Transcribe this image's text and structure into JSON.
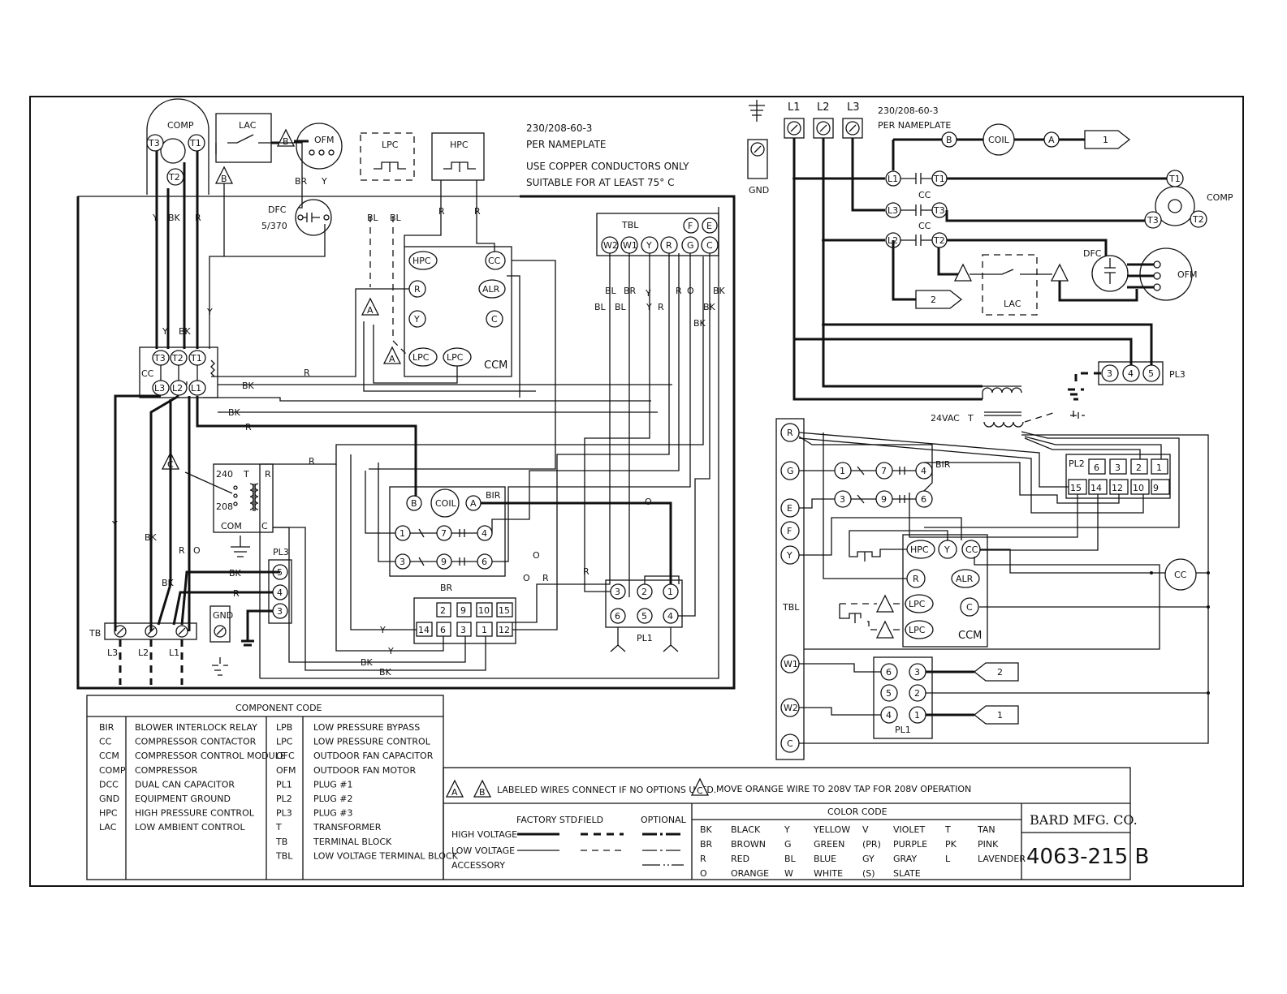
{
  "supply": {
    "voltage_label": "230/208-60-3",
    "nameplate_label": "PER NAMEPLATE",
    "copper_note_1": "USE COPPER CONDUCTORS ONLY",
    "copper_note_2": "SUITABLE FOR AT LEAST 75° C"
  },
  "left_diagram": {
    "comp_label": "COMP",
    "lac_label": "LAC",
    "ofm_label": "OFM",
    "lpc_label": "LPC",
    "hpc_label": "HPC",
    "dfc_label": "DFC",
    "dfc_rating": "5/370",
    "ccm_label": "CCM",
    "tbl_label": "TBL",
    "cc_label": "CC",
    "bir_label": "BIR",
    "coil_label": "COIL",
    "pl3_label": "PL3",
    "pl1_label": "PL1",
    "tb_label": "TB",
    "gnd_label": "GND",
    "transformer_label": "T",
    "tap_240": "240",
    "tap_208": "208",
    "tap_com": "COM",
    "pin_r": "R",
    "pin_c": "C",
    "line_l1": "L1",
    "line_l2": "L2",
    "line_l3": "L3",
    "tbl_terms": [
      "W2",
      "W1",
      "Y",
      "R",
      "G",
      "C"
    ],
    "tbl_top": [
      "F",
      "E"
    ],
    "ccm_pins": [
      "HPC",
      "R",
      "Y",
      "LPC",
      "LPC",
      "CC",
      "ALR",
      "C"
    ],
    "comp_terms": [
      "T3",
      "T1",
      "T2"
    ],
    "cc_top": [
      "T3",
      "T2",
      "T1"
    ],
    "cc_bottom": [
      "L3",
      "L2",
      "L1"
    ],
    "pl3_pins": [
      "5",
      "4",
      "3"
    ],
    "pl1_pins": [
      "3",
      "2",
      "1",
      "6",
      "5",
      "4"
    ],
    "bir_contacts": [
      "1",
      "7",
      "4",
      "3",
      "9",
      "6"
    ],
    "pl2_top": [
      "2",
      "9",
      "10",
      "15"
    ],
    "pl2_bottom": [
      "14",
      "6",
      "3",
      "1",
      "12"
    ],
    "coil_terms": [
      "B",
      "A"
    ],
    "wire_codes": {
      "y": "Y",
      "bk": "BK",
      "r": "R",
      "bl": "BL",
      "br": "BR",
      "o": "O"
    },
    "tri_a": "A",
    "tri_b": "B",
    "tri_c": "C"
  },
  "right_diagram": {
    "gnd_label": "GND",
    "voltage_label": "230/208-60-3",
    "nameplate_label": "PER NAMEPLATE",
    "lines": [
      "L1",
      "L2",
      "L3"
    ],
    "coil_label": "COIL",
    "coil_terms": [
      "B",
      "A"
    ],
    "flag_1": "1",
    "flag_2": "2",
    "comp_label": "COMP",
    "comp_terms": [
      "T1",
      "T3",
      "T2"
    ],
    "cc_label": "CC",
    "cc_line_terms": [
      "L1",
      "L3",
      "L2"
    ],
    "cc_load_terms": [
      "T1",
      "T3",
      "T2"
    ],
    "dfc_label": "DFC",
    "ofm_label": "OFM",
    "lac_label": "LAC",
    "pl3_label": "PL3",
    "pl3_pins": [
      "3",
      "4",
      "5"
    ],
    "transformer_voltage": "24VAC",
    "transformer_label": "T",
    "tbl_label": "TBL",
    "tbl_terms": [
      "R",
      "G",
      "E",
      "F",
      "Y",
      "W1",
      "W2",
      "C"
    ],
    "bir_label": "BIR",
    "bir_contacts": [
      "1",
      "7",
      "4",
      "3",
      "9",
      "6"
    ],
    "pl2_label": "PL2",
    "pl2_top": [
      "6",
      "3",
      "2",
      "1"
    ],
    "pl2_bottom": [
      "15",
      "14",
      "12",
      "10",
      "9"
    ],
    "ccm_label": "CCM",
    "ccm_pins": [
      "HPC",
      "Y",
      "CC",
      "R",
      "ALR",
      "LPC",
      "C",
      "LPC"
    ],
    "cc_coil": "CC",
    "pl1_label": "PL1",
    "pl1_pins": [
      "6",
      "3",
      "5",
      "2",
      "4",
      "1"
    ]
  },
  "component_code": {
    "title": "COMPONENT CODE",
    "left": [
      {
        "code": "BIR",
        "desc": "BLOWER INTERLOCK RELAY"
      },
      {
        "code": "CC",
        "desc": "COMPRESSOR CONTACTOR"
      },
      {
        "code": "CCM",
        "desc": "COMPRESSOR CONTROL MODULE"
      },
      {
        "code": "COMP",
        "desc": "COMPRESSOR"
      },
      {
        "code": "DCC",
        "desc": "DUAL CAN CAPACITOR"
      },
      {
        "code": "GND",
        "desc": "EQUIPMENT GROUND"
      },
      {
        "code": "HPC",
        "desc": "HIGH PRESSURE CONTROL"
      },
      {
        "code": "LAC",
        "desc": "LOW AMBIENT CONTROL"
      }
    ],
    "right": [
      {
        "code": "LPB",
        "desc": "LOW PRESSURE BYPASS"
      },
      {
        "code": "LPC",
        "desc": "LOW PRESSURE CONTROL"
      },
      {
        "code": "OFC",
        "desc": "OUTDOOR FAN CAPACITOR"
      },
      {
        "code": "OFM",
        "desc": "OUTDOOR FAN MOTOR"
      },
      {
        "code": "PL1",
        "desc": "PLUG #1"
      },
      {
        "code": "PL2",
        "desc": "PLUG #2"
      },
      {
        "code": "PL3",
        "desc": "PLUG #3"
      },
      {
        "code": "T",
        "desc": "TRANSFORMER"
      },
      {
        "code": "TB",
        "desc": "TERMINAL BLOCK"
      },
      {
        "code": "TBL",
        "desc": "LOW VOLTAGE TERMINAL BLOCK"
      }
    ]
  },
  "notes": {
    "note_ab": "LABELED WIRES CONNECT IF NO OPTIONS USED.",
    "note_c": "MOVE ORANGE WIRE TO 208V TAP FOR 208V OPERATION",
    "tri_a": "A",
    "tri_b": "B",
    "tri_c": "C"
  },
  "line_legend": {
    "col_factory": "FACTORY STD.",
    "col_field": "FIELD",
    "col_optional": "OPTIONAL",
    "rows": [
      "HIGH VOLTAGE",
      "LOW VOLTAGE",
      "ACCESSORY"
    ]
  },
  "color_code": {
    "title": "COLOR CODE",
    "entries": [
      {
        "code": "BK",
        "name": "BLACK"
      },
      {
        "code": "BR",
        "name": "BROWN"
      },
      {
        "code": "R",
        "name": "RED"
      },
      {
        "code": "O",
        "name": "ORANGE"
      },
      {
        "code": "Y",
        "name": "YELLOW"
      },
      {
        "code": "G",
        "name": "GREEN"
      },
      {
        "code": "BL",
        "name": "BLUE"
      },
      {
        "code": "W",
        "name": "WHITE"
      },
      {
        "code": "V",
        "name": "VIOLET"
      },
      {
        "code": "(PR)",
        "name": "PURPLE"
      },
      {
        "code": "GY",
        "name": "GRAY"
      },
      {
        "code": "(S)",
        "name": "SLATE"
      },
      {
        "code": "T",
        "name": "TAN"
      },
      {
        "code": "PK",
        "name": "PINK"
      },
      {
        "code": "L",
        "name": "LAVENDER"
      }
    ]
  },
  "title_block": {
    "company": "BARD MFG. CO.",
    "drawing_number": "4063-215 B"
  }
}
